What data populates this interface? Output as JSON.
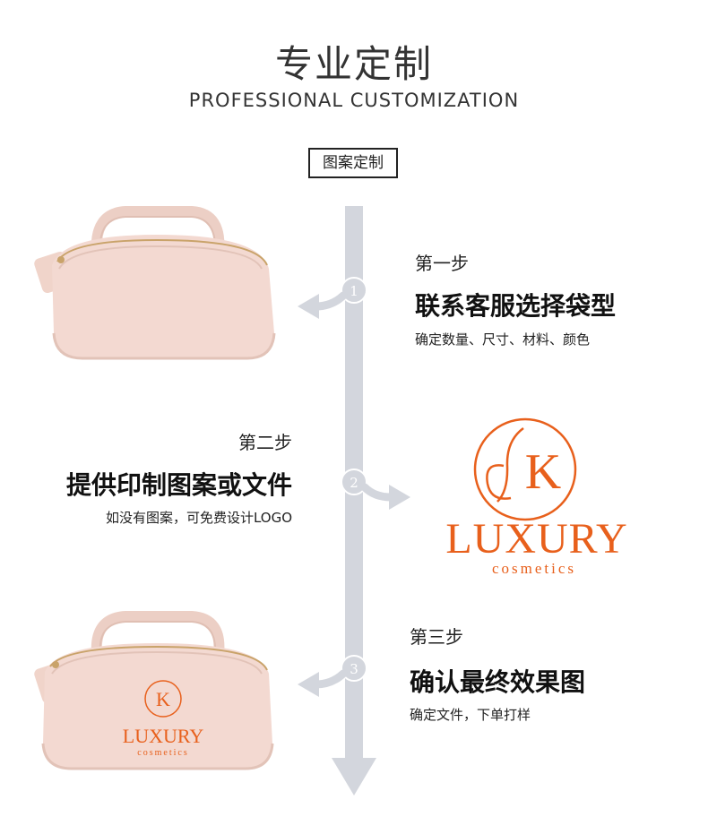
{
  "header": {
    "title": "专业定制",
    "subtitle": "PROFESSIONAL CUSTOMIZATION",
    "badge": "图案定制"
  },
  "steps": [
    {
      "number": "1",
      "label": "第一步",
      "title": "联系客服选择袋型",
      "desc": "确定数量、尺寸、材料、颜色"
    },
    {
      "number": "2",
      "label": "第二步",
      "title": "提供印制图案或文件",
      "desc": "如没有图案，可免费设计LOGO"
    },
    {
      "number": "3",
      "label": "第三步",
      "title": "确认最终效果图",
      "desc": "确定文件，下单打样"
    }
  ],
  "logo": {
    "monogram": "K",
    "name": "LUXURY",
    "tagline": "cosmetics",
    "color": "#e8601c"
  },
  "colors": {
    "timeline": "#d3d6dd",
    "bag": "#f3d9d1",
    "bag_shadow": "#e2c3b8",
    "zipper": "#c9a36a"
  }
}
